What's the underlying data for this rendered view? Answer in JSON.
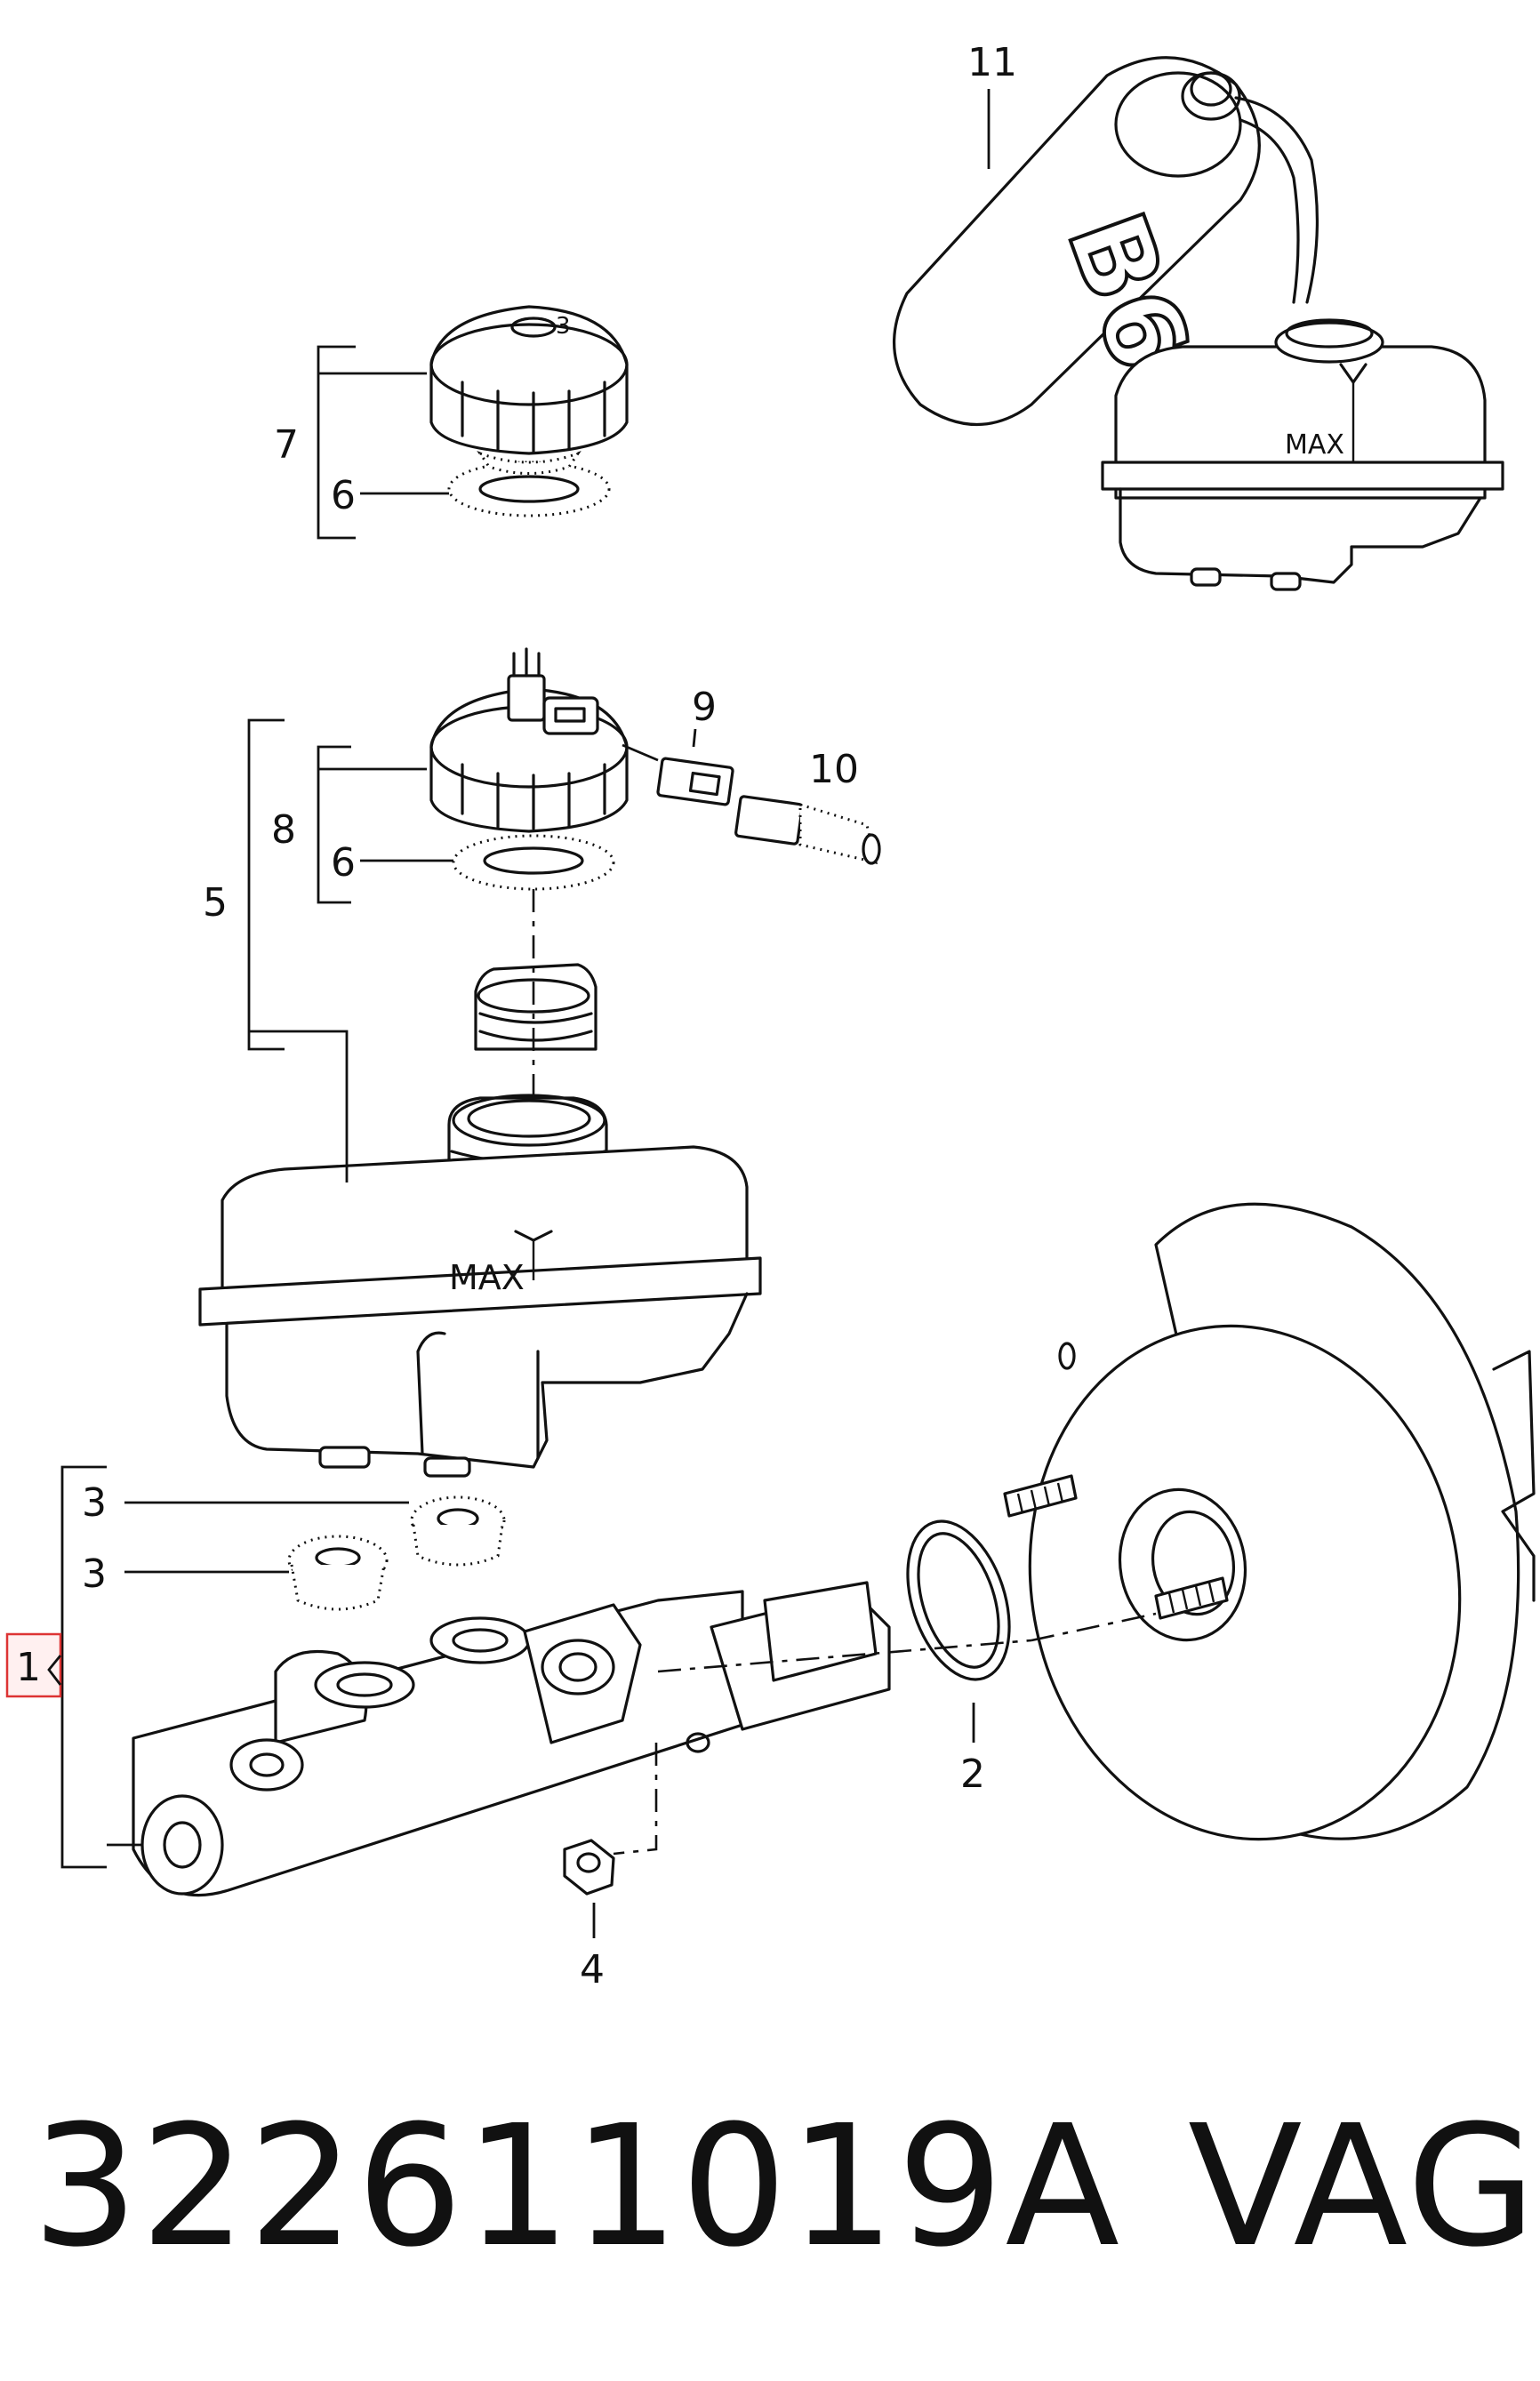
{
  "diagram": {
    "callouts": {
      "c1": "1",
      "c2": "2",
      "c3a": "3",
      "c3b": "3",
      "c4": "4",
      "c5": "5",
      "c6a": "6",
      "c6b": "6",
      "c7": "7",
      "c8": "8",
      "c9": "9",
      "c10": "10",
      "c11": "11"
    },
    "reservoir_marks": {
      "max_small": "MAX",
      "max_large": "MAX"
    },
    "bottle_text": "B6",
    "cap_text": "3"
  },
  "caption": {
    "part_number": "322611019A",
    "brand": "VAG"
  },
  "colors": {
    "line": "#111111",
    "highlight_stroke": "#dd3333",
    "highlight_fill": "#fff0f0",
    "background": "#ffffff"
  }
}
